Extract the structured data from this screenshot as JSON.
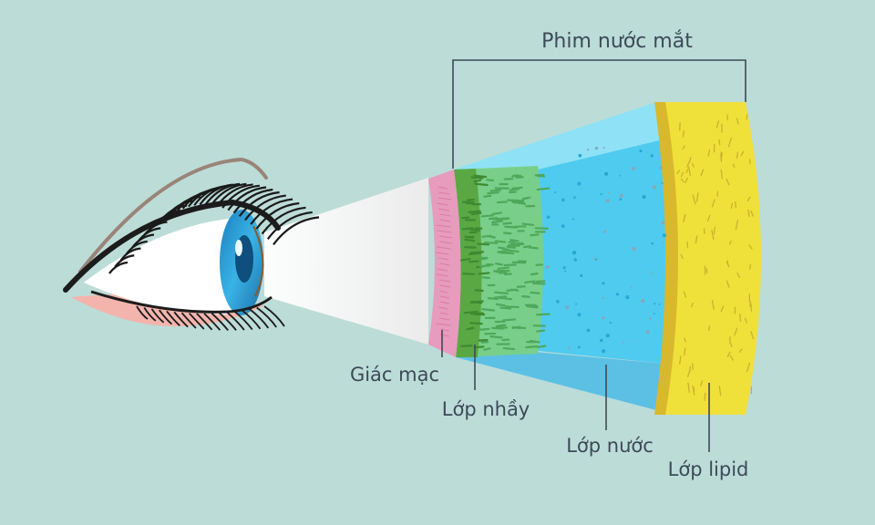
{
  "labels": {
    "tear_film": "Phim nước mắt",
    "cornea": "Giác mạc",
    "mucus_layer": "Lớp nhầy",
    "water_layer": "Lớp nước",
    "lipid_layer": "Lớp lipid"
  },
  "colors": {
    "background": "#bcdcd8",
    "cornea": "#e79bbd",
    "mucus": "#6fbf63",
    "water": "#4fcbef",
    "lipid": "#f0e03a",
    "iris": "#2fa6d9",
    "beam": "#f1f1f1",
    "label_text": "#3d4a57"
  },
  "icons": [
    "eye-icon"
  ]
}
